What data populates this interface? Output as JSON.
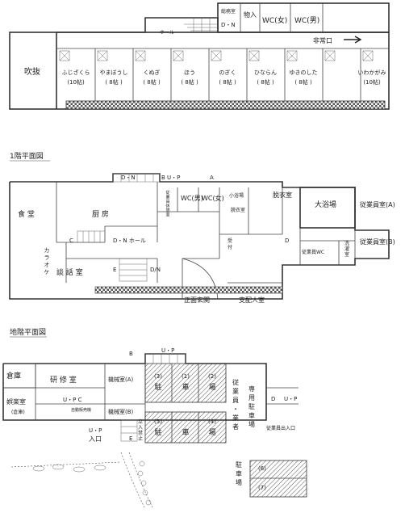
{
  "floor2": {
    "rooms": {
      "fukiwake": "吹抜",
      "shokuinshitsu": "総務室",
      "dn": "D・N",
      "monoire": "物入",
      "wc_f": "WC(女)",
      "wc_m": "WC(男)",
      "hall": "ホール",
      "exit": "非常口"
    },
    "guest_rooms": [
      {
        "name": "ふじざくら",
        "size": "(10帖)"
      },
      {
        "name": "やまぼうし",
        "size": "( 8帖 )"
      },
      {
        "name": "くぬぎ",
        "size": "( 8帖 )"
      },
      {
        "name": "ほう",
        "size": "( 8帖 )"
      },
      {
        "name": "のぎく",
        "size": "( 8帖 )"
      },
      {
        "name": "ひならん",
        "size": "( 8帖 )"
      },
      {
        "name": "ゆきのした",
        "size": "( 8帖 )"
      },
      {
        "name": "いわかがみ",
        "size": "(10帖)"
      }
    ]
  },
  "floor1": {
    "title": "1階平面図",
    "rooms": {
      "shokudo": "食 堂",
      "chubo": "厨 房",
      "karaoke": "カラオケ",
      "danwa": "談 話 室",
      "dn_top": "D・N",
      "up": "B U・P",
      "a": "A",
      "staff_rest": "従業員休憩室",
      "wc_m": "WC(男)",
      "wc_f": "WC(女)",
      "small_bath": "小浴場",
      "datsui_small": "脱衣室",
      "datsui": "脱衣室",
      "big_bath": "大浴場",
      "staff_a": "従業員室(A)",
      "staff_b": "従業員室(B)",
      "staff_wc": "従業員WC",
      "senmen": "洗濯室",
      "c": "C",
      "dn_hall": "D・N ホール",
      "e": "E",
      "dn_bottom": "D/N",
      "uketsuke": "受付",
      "entrance": "正面玄関",
      "staff_entrance": "支配人室",
      "d": "D"
    }
  },
  "basement": {
    "title": "地階平面図",
    "rooms": {
      "souko": "倉庫",
      "kenshu": "研 修 室",
      "goraku": "娯楽室",
      "goraku_sub": "(倉庫)",
      "kikai_a": "機械室(A)",
      "kikai_b": "機械室(B)",
      "up_c": "U・P  C",
      "jihanki": "自動販売機",
      "b": "B",
      "up_top": "U・P",
      "up_iriguchi": "U・P",
      "iriguchi": "入口",
      "e": "E",
      "jugyouin_parking": "従業員・業者",
      "senyo_parking": "専用駐車場",
      "d": "D",
      "up_d": "U・P",
      "staff_exit": "従業員出入口",
      "tachiiri": "立入禁止"
    },
    "parking": [
      {
        "num": "(3)",
        "label": "駐"
      },
      {
        "num": "(1)",
        "label": "車"
      },
      {
        "num": "(2)",
        "label": "場"
      },
      {
        "num": "(5)",
        "label": "駐"
      },
      {
        "num": "",
        "label": "車"
      },
      {
        "num": "(4)",
        "label": "場"
      }
    ],
    "outside_parking": {
      "label": "駐車場",
      "num_top": "(6)",
      "num_bottom": "(7)"
    }
  }
}
